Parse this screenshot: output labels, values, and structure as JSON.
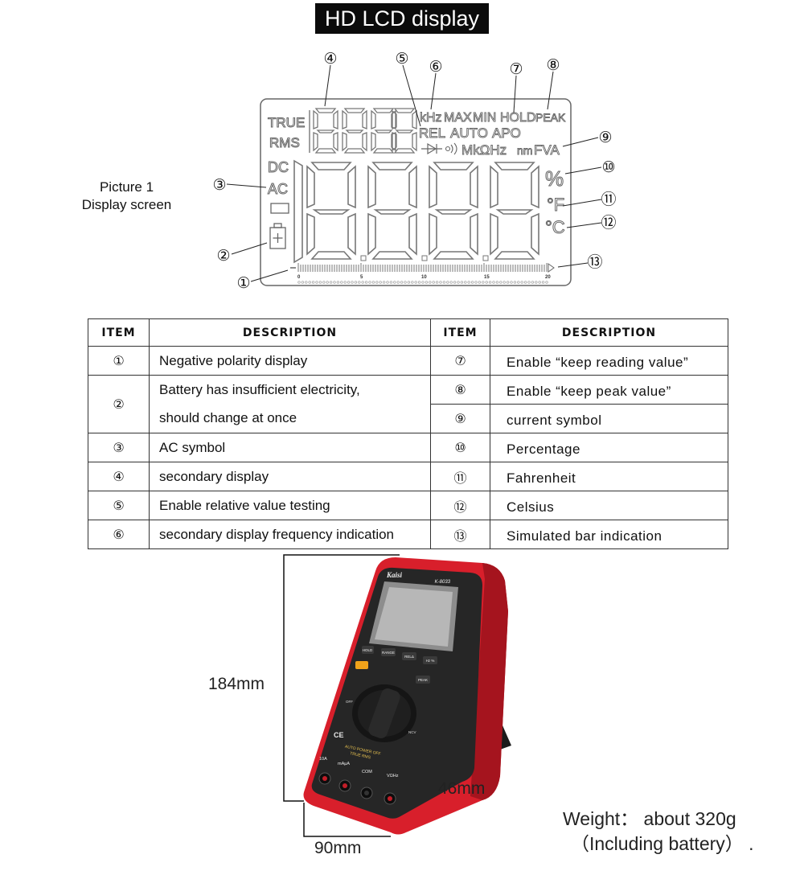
{
  "title": "HD LCD display",
  "picture_caption": [
    "Picture 1",
    "Display screen"
  ],
  "lcd": {
    "left_labels": [
      "TRUE",
      "RMS",
      "DC",
      "AC"
    ],
    "top_labels": [
      "kHz",
      "MAX",
      "MIN",
      "HOLD",
      "PEAK"
    ],
    "mode_labels": [
      "REL",
      "AUTO",
      "APO"
    ],
    "unit_line": "MkΩHz",
    "unit_tail": "nm",
    "unit_fva": "FVA",
    "right_units": [
      "%",
      "°F",
      "°C"
    ],
    "bar_scale": [
      "0",
      "5",
      "10",
      "15",
      "20"
    ],
    "callouts": [
      "①",
      "②",
      "③",
      "④",
      "⑤",
      "⑥",
      "⑦",
      "⑧",
      "⑨",
      "⑩",
      "⑪",
      "⑫",
      "⑬"
    ]
  },
  "table": {
    "headers": [
      "ITEM",
      "DESCRIPTION",
      "ITEM",
      "DESCRIPTION"
    ],
    "left_rows": [
      {
        "item": "①",
        "desc": "Negative polarity display"
      },
      {
        "item": "②",
        "desc": "Battery has insufficient electricity,",
        "desc2": "should change at once"
      },
      {
        "item": "③",
        "desc": "AC symbol"
      },
      {
        "item": "④",
        "desc": "secondary display"
      },
      {
        "item": "⑤",
        "desc": "Enable relative value testing"
      },
      {
        "item": "⑥",
        "desc": "secondary display frequency indication"
      }
    ],
    "right_rows": [
      {
        "item": "⑦",
        "desc": "Enable “keep reading value”"
      },
      {
        "item": "⑧",
        "desc": "Enable “keep peak value”"
      },
      {
        "item": "⑨",
        "desc": "current symbol"
      },
      {
        "item": "⑩",
        "desc": "Percentage"
      },
      {
        "item": "⑪",
        "desc": "Fahrenheit"
      },
      {
        "item": "⑫",
        "desc": "Celsius"
      },
      {
        "item": "⑬",
        "desc": "Simulated bar indication"
      }
    ]
  },
  "device": {
    "brand": "Kaisi",
    "model": "K-8033",
    "buttons": [
      "HOLD",
      "RANGE",
      "RELΔ",
      "Hz %",
      "PEAK"
    ],
    "dial_labels": [
      "OFF",
      "NCV"
    ],
    "panel_text": [
      "AUTO POWER OFF",
      "TRUE RMS"
    ],
    "jack_labels": [
      "10A",
      "mAμA",
      "COM",
      "VΩHz"
    ],
    "ce_mark": "CE"
  },
  "dimensions": {
    "height": "184mm",
    "depth": "46mm",
    "width": "90mm"
  },
  "weight": [
    "Weight： about 320g",
    "（Including battery） ."
  ]
}
